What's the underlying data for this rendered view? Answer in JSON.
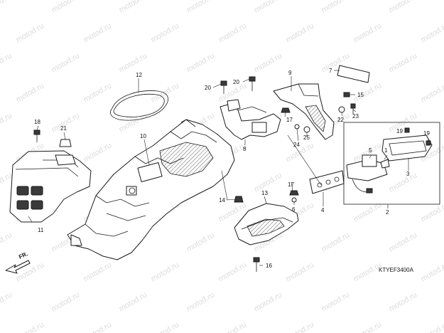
{
  "diagram": {
    "drawing_code": "KTYEF3400A",
    "direction_label": "FR.",
    "watermark_text": "motod.ru",
    "callouts": [
      {
        "id": "1",
        "label": "1"
      },
      {
        "id": "2",
        "label": "2"
      },
      {
        "id": "3",
        "label": "3"
      },
      {
        "id": "4",
        "label": "4"
      },
      {
        "id": "5",
        "label": "5"
      },
      {
        "id": "6",
        "label": "6"
      },
      {
        "id": "7",
        "label": "7"
      },
      {
        "id": "8",
        "label": "8"
      },
      {
        "id": "9",
        "label": "9"
      },
      {
        "id": "10",
        "label": "10"
      },
      {
        "id": "11",
        "label": "11"
      },
      {
        "id": "12",
        "label": "12"
      },
      {
        "id": "13",
        "label": "13"
      },
      {
        "id": "14",
        "label": "14"
      },
      {
        "id": "15",
        "label": "15"
      },
      {
        "id": "16",
        "label": "16"
      },
      {
        "id": "17a",
        "label": "17"
      },
      {
        "id": "17b",
        "label": "17"
      },
      {
        "id": "18",
        "label": "18"
      },
      {
        "id": "19a",
        "label": "19"
      },
      {
        "id": "19b",
        "label": "19"
      },
      {
        "id": "20a",
        "label": "20"
      },
      {
        "id": "20b",
        "label": "20"
      },
      {
        "id": "21",
        "label": "21"
      },
      {
        "id": "22",
        "label": "22"
      },
      {
        "id": "23",
        "label": "23"
      },
      {
        "id": "24",
        "label": "24"
      },
      {
        "id": "25",
        "label": "25"
      }
    ]
  }
}
